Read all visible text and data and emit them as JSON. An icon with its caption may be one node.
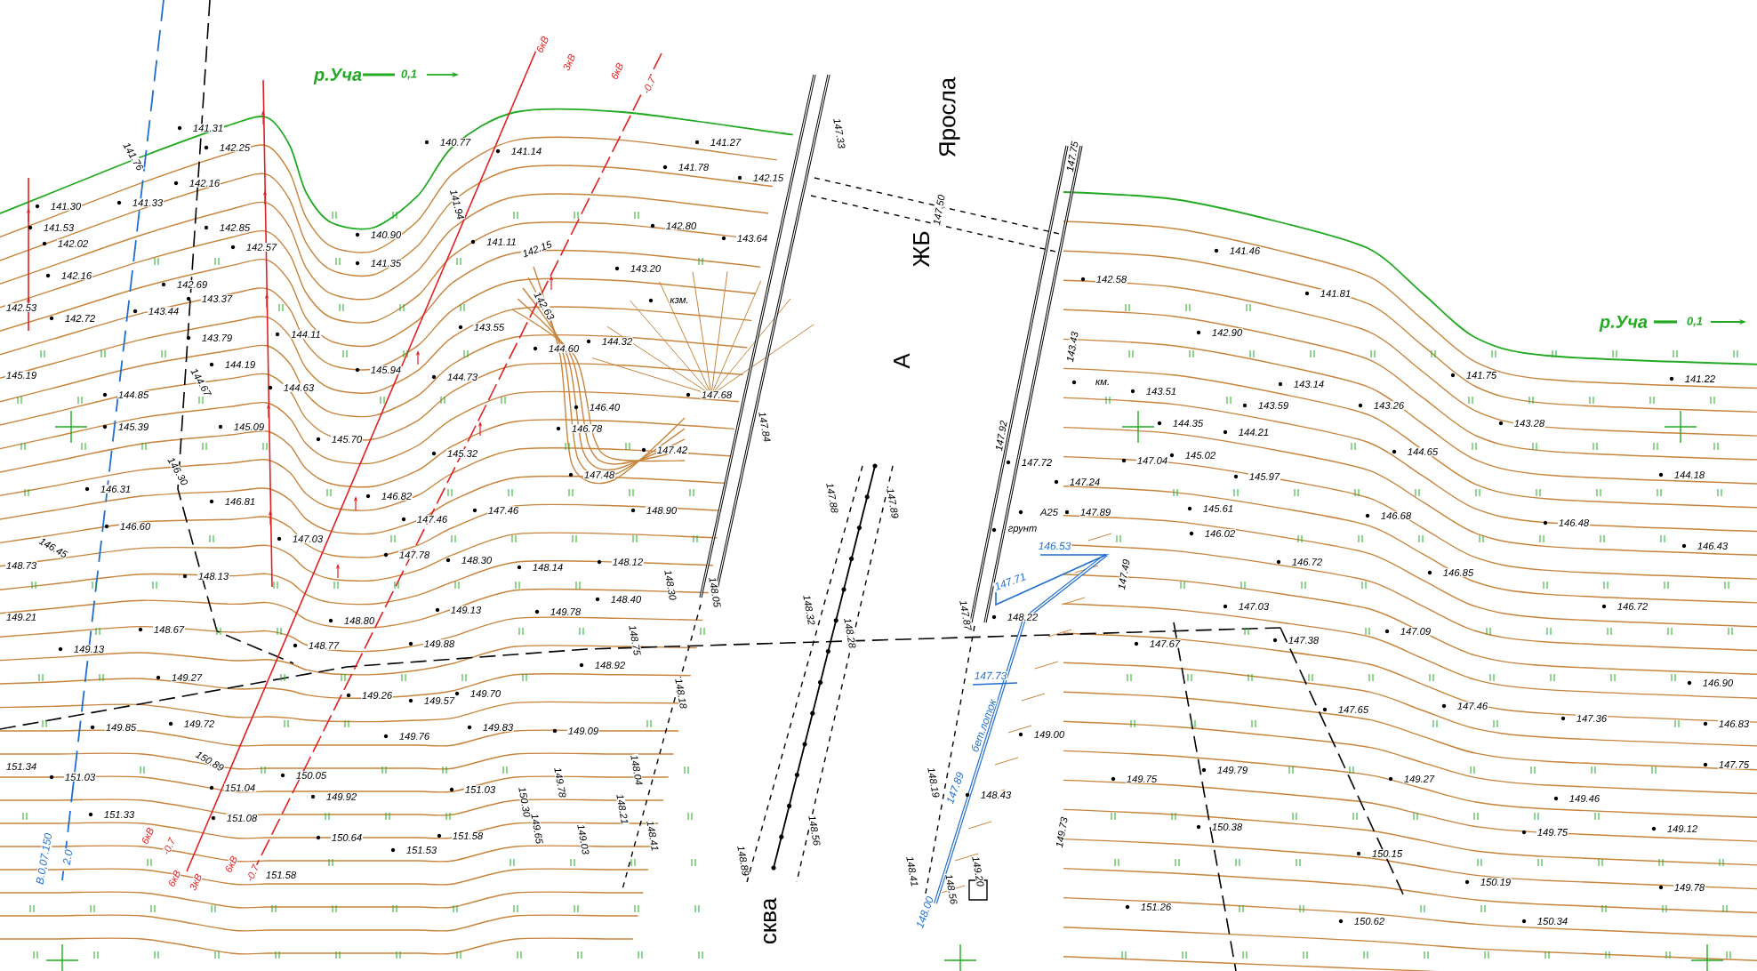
{
  "diagram": {
    "labels": [
      "6кВ",
      "3кВ",
      "6кВ",
      "-0.7",
      "р.Уча",
      "0,1",
      "Яросла",
      "147.33",
      "141.31",
      "141.27",
      "140.77",
      "142.25",
      "141.14",
      "147.75",
      "141.76",
      "141.78",
      "142.15",
      "142.16",
      "147.50",
      "ЖБ",
      "141.33",
      "141.94",
      "141.30",
      "141.53",
      "142.85",
      "142.80",
      "140.90",
      "143.64",
      "141.11",
      "142.02",
      "142.57",
      "142.15",
      "141.46",
      "141.35",
      "143.20",
      "142.16",
      "142.58",
      "142.69",
      "141.81",
      "143.37",
      "кзм.",
      "142.63",
      "142.53",
      "143.44",
      "142.72",
      "р.Уча",
      "0,1",
      "143.55",
      "142.90",
      "144.11",
      "143.79",
      "144.32",
      "144.60",
      "143.43",
      "А",
      "144.19",
      "145.94",
      "141.75",
      "145.19",
      "144.73",
      "141.22",
      "144.67",
      "143.14",
      "км.",
      "143.51",
      "144.63",
      "147.68",
      "144.85",
      "143.59",
      "143.26",
      "146.40",
      "144.35",
      "143.28",
      "145.39",
      "145.09",
      "146.78",
      "144.21",
      "147.84",
      "147.92",
      "145.70",
      "147.42",
      "144.65",
      "145.32",
      "145.02",
      "147.04",
      "147.72",
      "146.30",
      "147.48",
      "144.18",
      "145.97",
      "147.24",
      "146.31",
      "146.82",
      "146.81",
      "147.88",
      "147.89",
      "145.61",
      "148.90",
      "147.46",
      "А25",
      "147.89",
      "147.46",
      "146.68",
      "146.48",
      "146.60",
      "грунт",
      "146.02",
      "147.03",
      "146.53",
      "146.43",
      "146.45",
      "147.78",
      "148.30",
      "148.12",
      "146.72",
      "148.73",
      "148.14",
      "146.85",
      "147.49",
      "148.13",
      "147.71",
      "148.30",
      "148.05",
      "148.40",
      "146.72",
      "147.03",
      "149.13",
      "148.32",
      "149.78",
      "148.22",
      "147.87",
      "149.21",
      "148.80",
      "148.67",
      "147.09",
      "148.28",
      "148.75",
      "147.38",
      "147.67",
      "149.88",
      "148.77",
      "149.13",
      "148.92",
      "149.27",
      "147.73",
      "146.90",
      "148.18",
      "149.70",
      "149.26",
      "149.57",
      "147.46",
      "147.65",
      "147.36",
      "146.83",
      "149.72",
      "149.85",
      "149.83",
      "149.09",
      "бет.лоток",
      "149.00",
      "149.76",
      "147.75",
      "148.04",
      "149.79",
      "150.05",
      "151.03",
      "149.27",
      "149.75",
      "148.19",
      "149.78",
      "151.04",
      "151.03",
      "147.89",
      "148.43",
      "149.92",
      "149.46",
      "150.89",
      "150.30",
      "148.21",
      "151.34",
      "151.33",
      "151.08",
      "150.38",
      "149.12",
      "6кВ",
      "-0.7",
      "149.65",
      "148.56",
      "149.73",
      "148.41",
      "149.75",
      "149.03",
      "150.64",
      "151.58",
      "151.53",
      "150.15",
      "148.89",
      "6кВ",
      "3кВ",
      "6кВ",
      "-0.7",
      "В.0,07.150",
      "2.0",
      "148.41",
      "149.20",
      "151.58",
      "150.19",
      "149.78",
      "148.56",
      "151.26",
      "148.00",
      "150.62",
      "150.34",
      "сква"
    ]
  }
}
